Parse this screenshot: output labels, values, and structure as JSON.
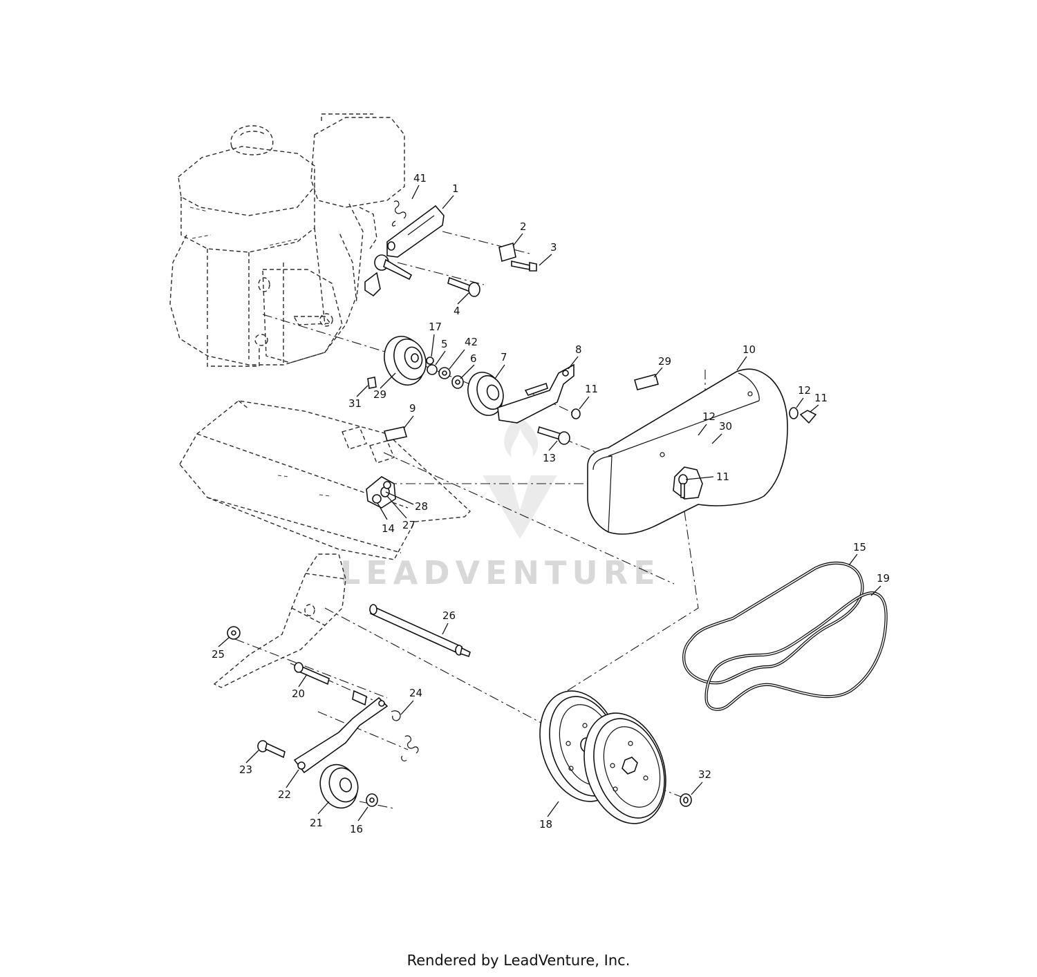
{
  "watermark": {
    "text": "LEADVENTURE"
  },
  "footer": {
    "text": "Rendered by LeadVenture, Inc."
  },
  "callouts": [
    {
      "label": "41"
    },
    {
      "label": "1"
    },
    {
      "label": "2"
    },
    {
      "label": "3"
    },
    {
      "label": "4"
    },
    {
      "label": "17"
    },
    {
      "label": "5"
    },
    {
      "label": "42"
    },
    {
      "label": "6"
    },
    {
      "label": "7"
    },
    {
      "label": "8"
    },
    {
      "label": "10"
    },
    {
      "label": "29"
    },
    {
      "label": "11"
    },
    {
      "label": "12"
    },
    {
      "label": "11"
    },
    {
      "label": "12"
    },
    {
      "label": "30"
    },
    {
      "label": "31"
    },
    {
      "label": "29"
    },
    {
      "label": "9"
    },
    {
      "label": "13"
    },
    {
      "label": "11"
    },
    {
      "label": "28"
    },
    {
      "label": "27"
    },
    {
      "label": "14"
    },
    {
      "label": "15"
    },
    {
      "label": "19"
    },
    {
      "label": "26"
    },
    {
      "label": "25"
    },
    {
      "label": "20"
    },
    {
      "label": "24"
    },
    {
      "label": "23"
    },
    {
      "label": "22"
    },
    {
      "label": "21"
    },
    {
      "label": "16"
    },
    {
      "label": "32"
    },
    {
      "label": "18"
    }
  ]
}
